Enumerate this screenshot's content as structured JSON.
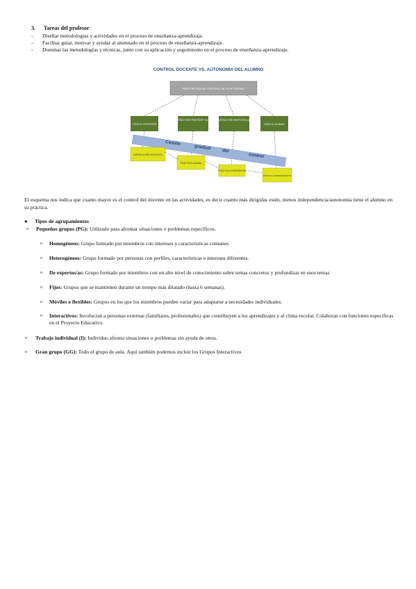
{
  "section": {
    "number": "3.",
    "title": "Tareas del profesor",
    "items": [
      "Diseñar metodologías y actividades en el proceso de enseñanza-aprendizaje.",
      "Facilitar guiar, motivar y ayudar al alumnado en el proceso de enseñanza-aprendizaje.",
      "Dominar las metodologías y técnicas, junto con su aplicación y seguimiento en el proceso de enseñanza-aprendizaje."
    ]
  },
  "diagram": {
    "title": "CONTROL DOCENTE VS. AUTONOMÍA DEL ALUMNO",
    "top_box": "PROPORCIÓN DE CONTROL DE LA ACTIVIDAD",
    "mid_boxes": [
      "TODO EL PROFESOR",
      "COMPARTIDO POR PROFESOR Y ALUMNOS",
      "COMPARTIDO POR GRUPO DE ALUMNOS",
      "TODO EL ALUMNO"
    ],
    "band_words": [
      "Cesión",
      "gradual",
      "del",
      "control"
    ],
    "step_boxes": [
      "INSTRUCCIÓN EXPLÍCITA",
      "PRÁCTICA GUIADA",
      "PRÁCTICA COOPERATIVA",
      "PRÁCTICA INDEPENDIENTE"
    ],
    "colors": {
      "top": "#a3a3a3",
      "mid": "#5a7a30",
      "band": "#9db3d9",
      "step": "#e1e41c",
      "line": "#555555"
    }
  },
  "paragraph": "El esquema nos indica que cuanto mayor es el control del docente en las actividades, es decir cuanto más dirigidas estén, menos independencia/autonomía tiene el alumno en su práctica.",
  "agrupamientos": {
    "bullet": "●",
    "title": "Tipos de agrupamientos",
    "pg_label": "Pequeños grupos (PG):",
    "pg_text": " Utilizado para afrontar situaciones o problemas específicos.",
    "sub": [
      {
        "label": "Homogéneos:",
        "text": " Grupo formado por miembros con intereses y características comunes."
      },
      {
        "label": "Heterogéneos:",
        "text": " Grupo formado por personas con perfiles, características e intereses diferentes."
      },
      {
        "label": "De expertos/as:",
        "text": " Grupo formado por miembros con un alto nivel de conocimiento sobre temas concretos y profundizar en esos temas"
      },
      {
        "label": "Fijos:",
        "text": " Grupos que se mantienen durante un tiempo más dilatado (hasta 6 semanas)."
      },
      {
        "label": "Móviles o flexibles:",
        "text": " Grupos en los que los miembros pueden variar para adaptarse a necesidades individuales."
      },
      {
        "label": "Interactivos:",
        "text": " Involucran a personas externas (familiares, profesionales) que contribuyen a los aprendizajes y al clima escolar. Colaboran con funciones específicas en el Proyecto Educativo."
      }
    ],
    "ind_label": "Trabajo individual (I):",
    "ind_text": " Individuo afronta situaciones o problemas sin ayuda de otros.",
    "gg_label": "Gran grupo (GG):",
    "gg_text": " Todo el grupo de aula. Aquí también podemos incluir los Grupos Interactivos"
  }
}
